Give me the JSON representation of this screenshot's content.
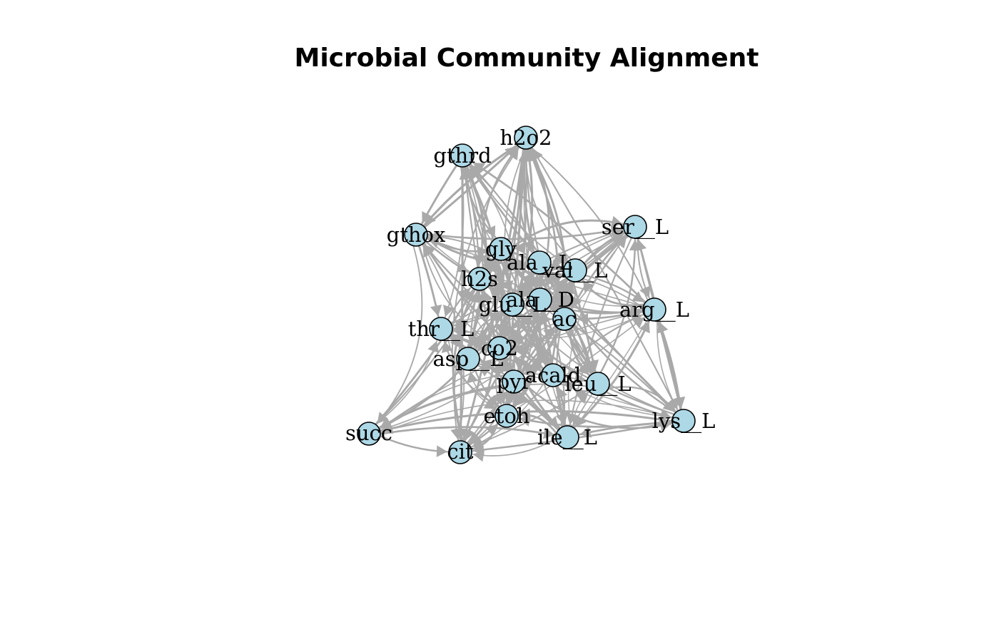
{
  "title": "Microbial Community Alignment",
  "colors": {
    "node_fill": "#add8e6",
    "node_stroke": "#000000",
    "edge": "#a9a9a9",
    "background": "#ffffff"
  },
  "nodes": [
    {
      "id": "h2o2",
      "label": "h2o2"
    },
    {
      "id": "gthrd",
      "label": "gthrd"
    },
    {
      "id": "gthox",
      "label": "gthox"
    },
    {
      "id": "ser__L",
      "label": "ser__L"
    },
    {
      "id": "gly",
      "label": "gly"
    },
    {
      "id": "ala__L",
      "label": "ala__L"
    },
    {
      "id": "val__L",
      "label": "val__L"
    },
    {
      "id": "h2s",
      "label": "h2s"
    },
    {
      "id": "glu__L",
      "label": "glu__L"
    },
    {
      "id": "ala__D",
      "label": "ala__D"
    },
    {
      "id": "ac",
      "label": "ac"
    },
    {
      "id": "arg__L",
      "label": "arg__L"
    },
    {
      "id": "thr__L",
      "label": "thr__L"
    },
    {
      "id": "co2",
      "label": "co2"
    },
    {
      "id": "asp__L",
      "label": "asp__L"
    },
    {
      "id": "pyr",
      "label": "pyr"
    },
    {
      "id": "acald",
      "label": "acald"
    },
    {
      "id": "leu__L",
      "label": "leu__L"
    },
    {
      "id": "lys__L",
      "label": "lys__L"
    },
    {
      "id": "etoh",
      "label": "etoh"
    },
    {
      "id": "ile__L",
      "label": "ile__L"
    },
    {
      "id": "succ",
      "label": "succ"
    },
    {
      "id": "cit",
      "label": "cit"
    }
  ]
}
